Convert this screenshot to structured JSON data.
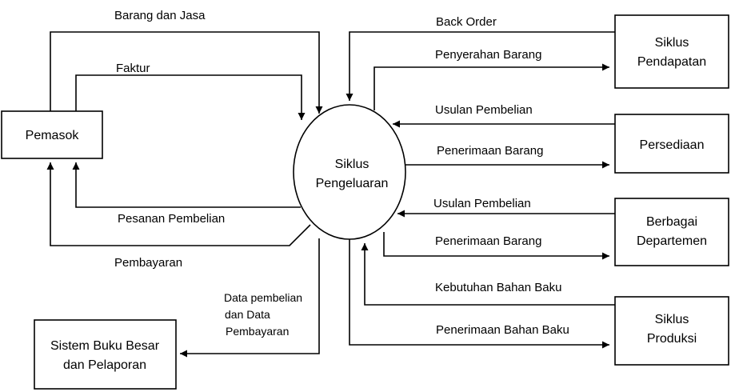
{
  "nodes": {
    "pemasok": "Pemasok",
    "siklus_pengeluaran": [
      "Siklus",
      "Pengeluaran"
    ],
    "siklus_pendapatan": [
      "Siklus",
      "Pendapatan"
    ],
    "persediaan": "Persediaan",
    "berbagai_departemen": [
      "Berbagai",
      "Departemen"
    ],
    "siklus_produksi": [
      "Siklus",
      "Produksi"
    ],
    "sistem_buku_besar": [
      "Sistem Buku Besar",
      "dan Pelaporan"
    ]
  },
  "flows": {
    "barang_dan_jasa": "Barang dan Jasa",
    "faktur": "Faktur",
    "pesanan_pembelian": "Pesanan Pembelian",
    "pembayaran": "Pembayaran",
    "back_order": "Back Order",
    "penyerahan_barang": "Penyerahan Barang",
    "usulan_pembelian_persediaan": "Usulan Pembelian",
    "penerimaan_barang_persediaan": "Penerimaan Barang",
    "usulan_pembelian_departemen": "Usulan Pembelian",
    "penerimaan_barang_departemen": "Penerimaan Barang",
    "kebutuhan_bahan_baku": "Kebutuhan Bahan Baku",
    "penerimaan_bahan_baku": "Penerimaan Bahan Baku",
    "data_pembelian": [
      "Data pembelian",
      "dan  Data",
      "Pembayaran"
    ]
  }
}
